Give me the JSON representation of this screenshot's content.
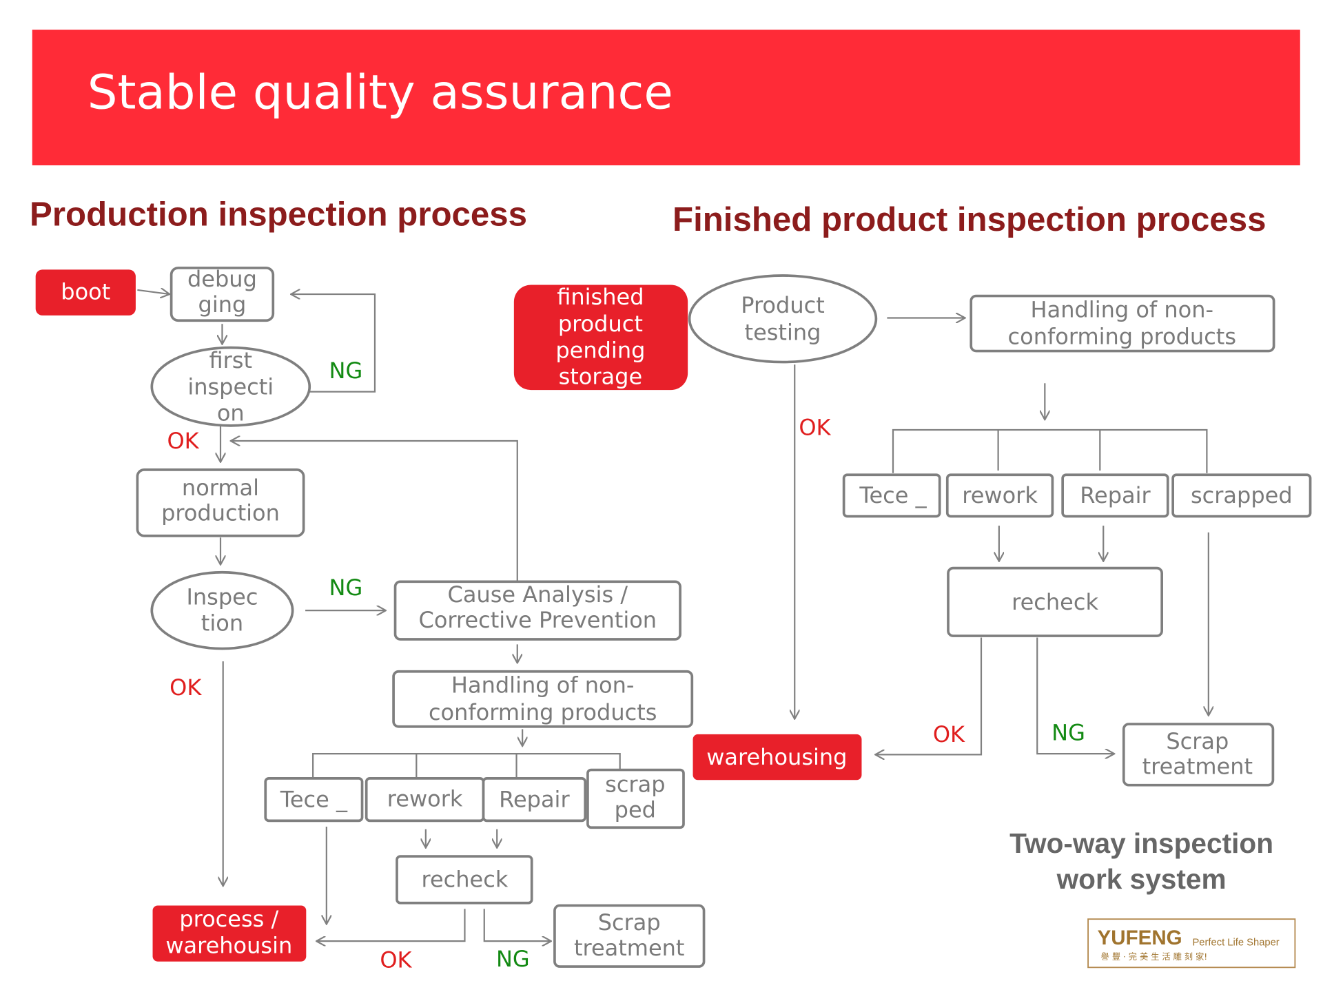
{
  "banner": {
    "title": "Stable quality assurance",
    "color": "#ff2b37"
  },
  "left": {
    "heading": "Production inspection process",
    "boot": "boot",
    "debugging": [
      "debug",
      "ging"
    ],
    "first_inspection": [
      "first",
      "inspecti",
      "on"
    ],
    "normal_production": [
      "normal",
      "production"
    ],
    "inspection": [
      "Inspec",
      "tion"
    ],
    "cause_analysis": [
      "Cause Analysis /",
      "Corrective Prevention"
    ],
    "handling": [
      "Handling of non-",
      "conforming products"
    ],
    "branches": [
      "Tece _",
      "rework",
      "Repair"
    ],
    "scrapped": [
      "scrap",
      "ped"
    ],
    "recheck": "recheck",
    "scrap_treatment": [
      "Scrap",
      "treatment"
    ],
    "process_warehousing": [
      "process /",
      "warehousin"
    ],
    "labels": {
      "ng1": "NG",
      "ok1": "OK",
      "ng2": "NG",
      "ok2": "OK",
      "ok3": "OK",
      "ng3": "NG"
    }
  },
  "right": {
    "heading": "Finished product inspection process",
    "pending_storage": [
      "finished",
      "product",
      "pending",
      "storage"
    ],
    "product_testing": [
      "Product",
      "testing"
    ],
    "handling": [
      "Handling of non-",
      "conforming products"
    ],
    "branches": [
      "Tece _",
      "rework",
      "Repair",
      "scrapped"
    ],
    "recheck": "recheck",
    "warehousing": "warehousing",
    "scrap_treatment": [
      "Scrap",
      "treatment"
    ],
    "labels": {
      "ok1": "OK",
      "ok2": "OK",
      "ng1": "NG"
    }
  },
  "system_title": [
    "Two-way inspection",
    "work system"
  ],
  "logo": {
    "brand": "YUFENG",
    "tagline": "Perfect Life Shaper",
    "chinese": "譽 豐 · 完 美 生 活 雕 刻 家!"
  },
  "colors": {
    "accent_red": "#e8202a",
    "heading": "#8c1c1c",
    "ok": "#e01e1e",
    "ng": "#138a13",
    "line": "#808080",
    "logo": "#a0742e"
  }
}
